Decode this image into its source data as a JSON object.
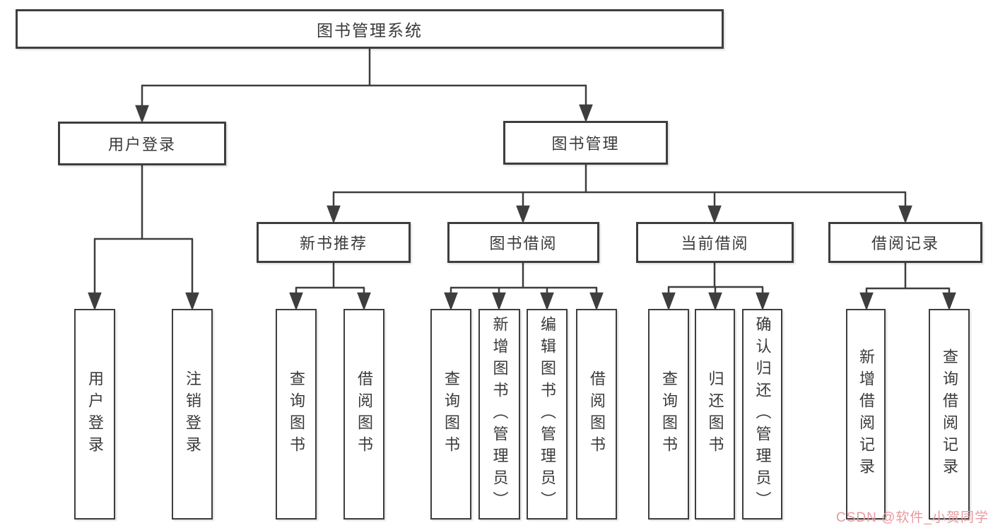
{
  "diagram": {
    "title": "图书管理系统",
    "root": {
      "label": "图书管理系统"
    },
    "level2": [
      {
        "label": "用户登录"
      },
      {
        "label": "图书管理"
      }
    ],
    "level3": [
      {
        "label": "新书推荐"
      },
      {
        "label": "图书借阅"
      },
      {
        "label": "当前借阅"
      },
      {
        "label": "借阅记录"
      }
    ],
    "leaves": {
      "login": [
        "用户登录",
        "注销登录"
      ],
      "recommend": [
        "查询图书",
        "借阅图书"
      ],
      "borrow": [
        "查询图书",
        "新增图书（管理员）",
        "编辑图书（管理员）",
        "借阅图书"
      ],
      "current": [
        "查询图书",
        "归还图书",
        "确认归还（管理员）"
      ],
      "records": [
        "新增借阅记录",
        "查询借阅记录"
      ]
    },
    "colors": {
      "line": "#3e3e3e",
      "box_border": "#3e3e3e",
      "text": "#3a3a3a",
      "background": "#ffffff",
      "watermark": "#e89aa0"
    }
  },
  "watermark": {
    "text": "CSDN @软件_小贺同学"
  }
}
